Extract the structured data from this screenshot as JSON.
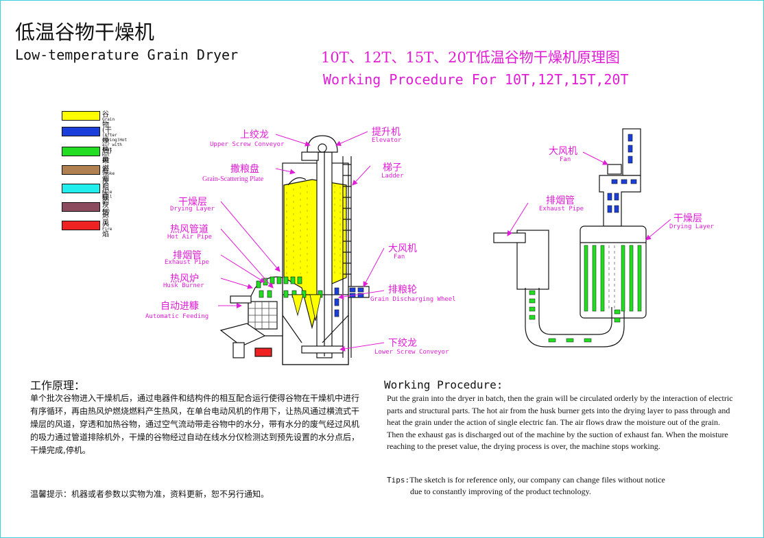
{
  "title_cn": "低温谷物干燥机",
  "title_en": "Low-temperature Grain Dryer",
  "heading_cn": "10T、12T、15T、20T低温谷物干燥机原理图",
  "heading_en": "Working Procedure For 10T,12T,15T,20T",
  "legend": [
    {
      "cn": "谷物",
      "en": "Grain",
      "color": "#ffff00"
    },
    {
      "cn": "(干燥后)带有灰尘的热风",
      "en": "(After drying)Hot air with dust",
      "color": "#1b3fd8"
    },
    {
      "cn": "热风",
      "en": "Hot air",
      "color": "#22dd22"
    },
    {
      "cn": "燃烟",
      "en": "Smoke",
      "color": "#b08050"
    },
    {
      "cn": "粗糠",
      "en": "Rice hull",
      "color": "#22eeee"
    },
    {
      "cn": "灰烬",
      "en": "Ash",
      "color": "#8c4a5e"
    },
    {
      "cn": "火焰",
      "en": "Fire",
      "color": "#ee2222"
    }
  ],
  "labels_left": {
    "upper_screw": {
      "cn": "上绞龙",
      "en": "Upper Screw Conveyor"
    },
    "scatter_plate": {
      "cn": "撒粮盘",
      "en": "Grain-Scattering Plate"
    },
    "drying_layer": {
      "cn": "干燥层",
      "en": "Drying Layer"
    },
    "hot_air_pipe": {
      "cn": "热风管道",
      "en": "Hot Air Pipe"
    },
    "exhaust_pipe": {
      "cn": "排烟管",
      "en": "Exhaust Pipe"
    },
    "husk_burner": {
      "cn": "热风炉",
      "en": "Husk Burner"
    },
    "auto_feeding": {
      "cn": "自动进糠",
      "en": "Automatic Feeding"
    },
    "elevator": {
      "cn": "提升机",
      "en": "Elevator"
    },
    "ladder": {
      "cn": "梯子",
      "en": "Ladder"
    },
    "fan": {
      "cn": "大风机",
      "en": "Fan"
    },
    "discharge_wheel": {
      "cn": "排粮轮",
      "en": "Grain Discharging Wheel"
    },
    "lower_screw": {
      "cn": "下绞龙",
      "en": "Lower Screw Conveyor"
    }
  },
  "labels_right": {
    "fan": {
      "cn": "大风机",
      "en": "Fan"
    },
    "exhaust_pipe": {
      "cn": "排烟管",
      "en": "Exhaust Pipe"
    },
    "drying_layer": {
      "cn": "干燥层",
      "en": "Drying Layer"
    }
  },
  "principle_cn_title": "工作原理：",
  "principle_cn": "单个批次谷物进入干燥机后，通过电器件和结构件的相互配合运行使得谷物在干燥机中进行有序循环，再由热风炉燃烧燃料产生热风，在单台电动风机的作用下，让热风通过横流式干燥层的风道，穿透和加热谷物，通过空气流动带走谷物中的水分，带有水分的废气经过风机的吸力通过管道排除机外，干燥的谷物经过自动在线水分仪检测达到预先设置的水分点后，干燥完成,停机。",
  "note_cn": "温馨提示：机器或者参数以实物为准，资料更新，恕不另行通知。",
  "procedure_en_title": "Working Procedure:",
  "procedure_en": "Put the grain into the dryer in batch, then the grain will be circulated orderly by the interaction of electric parts and structural parts. The hot air from the husk burner gets into the drying layer to pass through and heat the grain under the action of single electric fan. The air flows draw the moisture out of the grain. Then the exhaust gas is discharged out of the machine by the suction of exhaust fan. When the moisture reaching to the preset value, the drying process is over, the machine stops working.",
  "tips_key": "Tips:",
  "tips_line1": "The sketch is for reference only, our company can change files without notice",
  "tips_line2": "due to constantly improving of the product technology."
}
